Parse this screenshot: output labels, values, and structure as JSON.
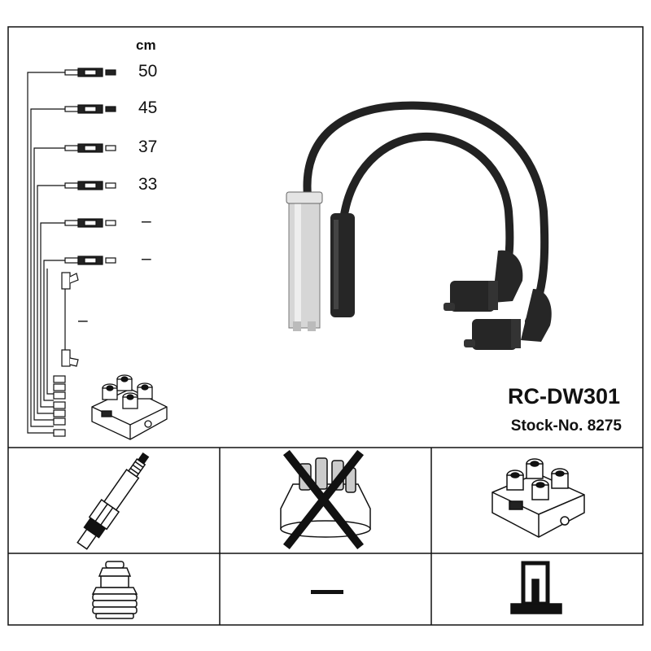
{
  "header": {
    "unit_label": "cm",
    "lengths": [
      "50",
      "45",
      "37",
      "33",
      "–",
      "–",
      "–"
    ]
  },
  "product": {
    "model": "RC-DW301",
    "stock_number": "Stock-No. 8275"
  },
  "compatibility": {
    "cells": [
      {
        "icon": "spark-plug-icon",
        "crossed": false
      },
      {
        "icon": "distributor-cap-icon",
        "crossed": true
      },
      {
        "icon": "ignition-coil-icon",
        "crossed": false
      },
      {
        "icon": "plug-boot-icon",
        "crossed": false
      },
      {
        "icon": "dash-icon",
        "crossed": false
      },
      {
        "icon": "coil-terminal-icon",
        "crossed": false
      }
    ]
  },
  "colors": {
    "line": "#111111",
    "cable": "#222222",
    "sleeve": "#d8d8d8",
    "background": "#ffffff"
  }
}
